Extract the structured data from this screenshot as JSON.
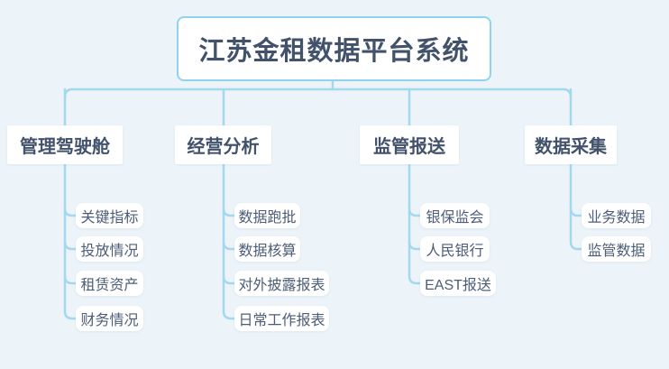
{
  "diagram": {
    "title": "江苏金租数据平台系统",
    "branches": [
      {
        "label": "管理驾驶舱",
        "children": [
          "关键指标",
          "投放情况",
          "租赁资产",
          "财务情况"
        ]
      },
      {
        "label": "经营分析",
        "children": [
          "数据跑批",
          "数据核算",
          "对外披露报表",
          "日常工作报表"
        ]
      },
      {
        "label": "监管报送",
        "children": [
          "银保监会",
          "人民银行",
          "EAST报送"
        ]
      },
      {
        "label": "数据采集",
        "children": [
          "业务数据",
          "监管数据"
        ]
      }
    ],
    "colors": {
      "background": "#edf4f9",
      "connector_line": "#a4d8ee",
      "root_border": "#8fd3f1",
      "node_background": "#ffffff",
      "heading_text": "#42526b",
      "leaf_text": "#4c5d77"
    }
  }
}
